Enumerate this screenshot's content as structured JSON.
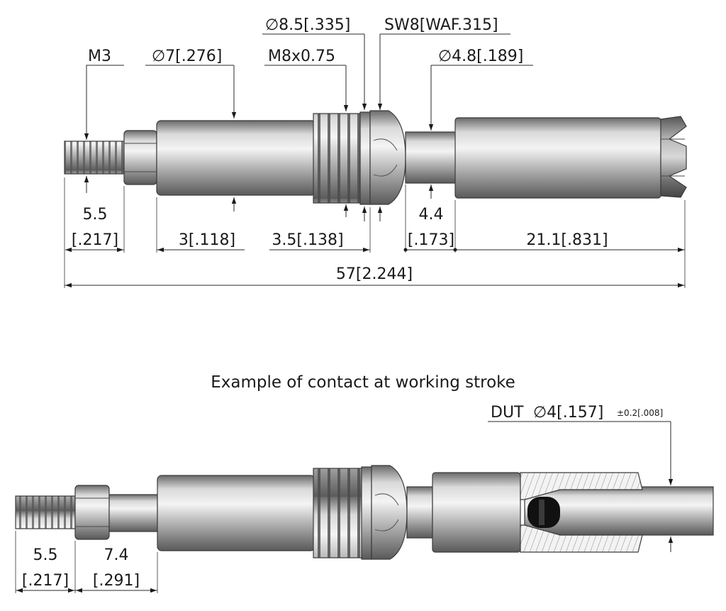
{
  "top_view": {
    "callouts": {
      "m3": "M3",
      "d7": "∅7[.276]",
      "d85": "∅8.5[.335]",
      "m8": "M8x0.75",
      "sw8": "SW8[WAF.315]",
      "d48": "∅4.8[.189]"
    },
    "lengths": {
      "l55_a": "5.5",
      "l55_b": "[.217]",
      "l3": "3[.118]",
      "l35": "3.5[.138]",
      "l44_a": "4.4",
      "l44_b": "[.173]",
      "l211": "21.1[.831]",
      "total": "57[2.244]"
    }
  },
  "bottom_view": {
    "caption": "Example of contact at working stroke",
    "dut_label": "DUT",
    "dut_dia": "∅4[.157]",
    "dut_tol": "±0.2[.008]",
    "l55_a": "5.5",
    "l55_b": "[.217]",
    "l74_a": "7.4",
    "l74_b": "[.291]"
  }
}
